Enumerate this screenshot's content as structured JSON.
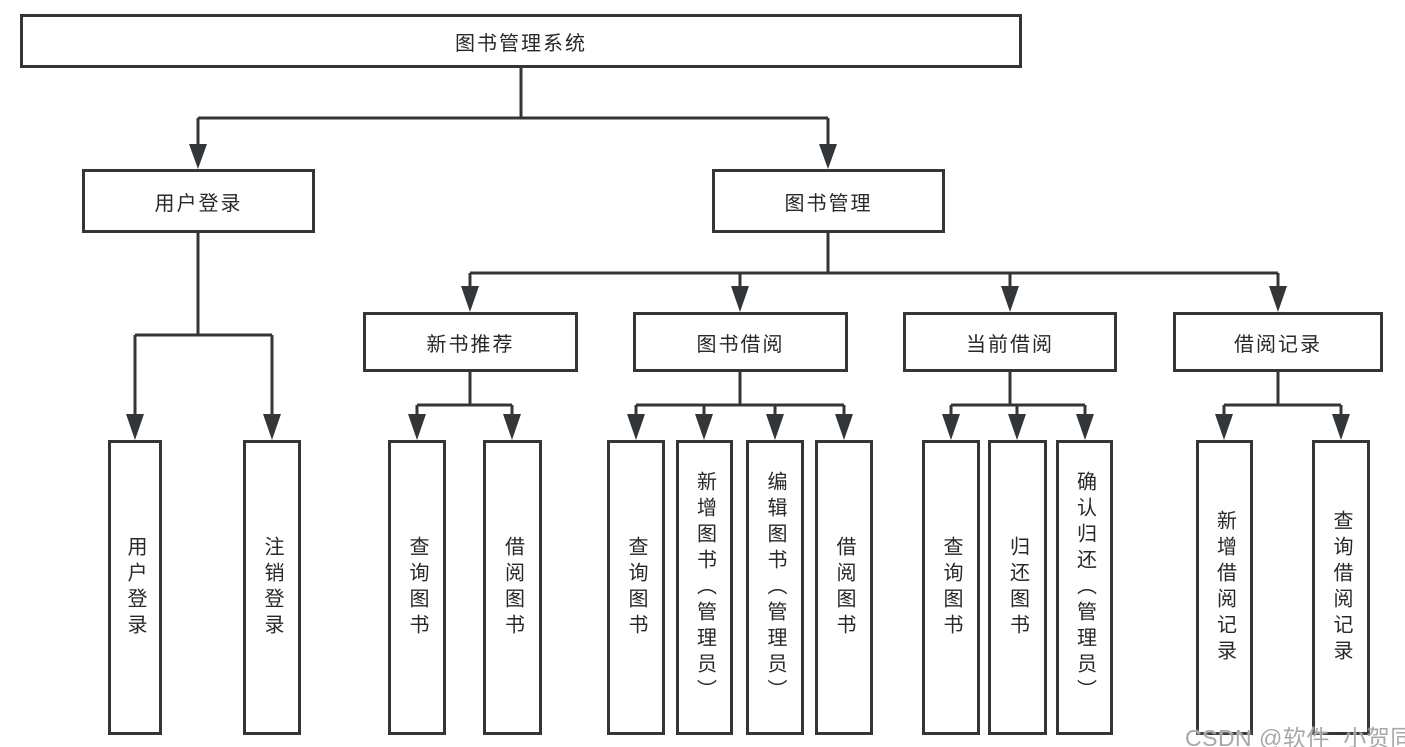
{
  "nodes": {
    "root": "图书管理系统",
    "level2": {
      "user_login": "用户登录",
      "book_management": "图书管理"
    },
    "level3": {
      "new_book_recommend": "新书推荐",
      "book_borrow": "图书借阅",
      "current_borrow": "当前借阅",
      "borrow_records": "借阅记录"
    },
    "leaves": {
      "user_login_leaf": "用户登录",
      "logout": "注销登录",
      "nb_query_books": "查询图书",
      "nb_borrow_books": "借阅图书",
      "bb_query_books": "查询图书",
      "bb_add_books_admin": "新增图书（管理员）",
      "bb_edit_books_admin": "编辑图书（管理员）",
      "bb_borrow_books": "借阅图书",
      "cb_query_books": "查询图书",
      "cb_return_books": "归还图书",
      "cb_confirm_return_admin": "确认归还（管理员）",
      "br_add_record": "新增借阅记录",
      "br_query_record": "查询借阅记录"
    }
  },
  "watermark": "CSDN @软件_小贺同学",
  "colors": {
    "line": "#333639",
    "box_border": "#333639",
    "text": "#26282c",
    "watermark": "#a8a8a8",
    "background": "#ffffff"
  }
}
